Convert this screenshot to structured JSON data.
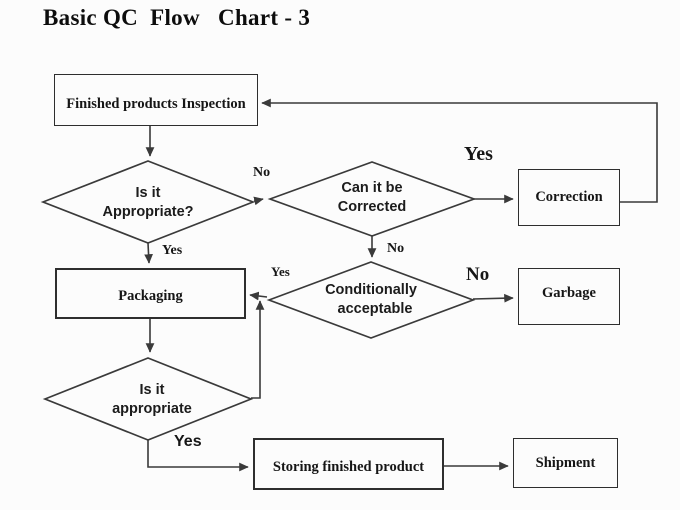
{
  "title": "Basic QC  Flow   Chart - 3",
  "nodes": {
    "inspection": "Finished products Inspection",
    "correction": "Correction",
    "packaging": "Packaging",
    "garbage": "Garbage",
    "storing": "Storing finished product",
    "shipment": "Shipment"
  },
  "decisions": {
    "appropriate1": {
      "line1": "Is it",
      "line2": "Appropriate?"
    },
    "can_be_corrected": {
      "line1": "Can it be",
      "line2": "Corrected"
    },
    "conditionally": {
      "line1": "Conditionally",
      "line2": "acceptable"
    },
    "appropriate2": {
      "line1": "Is it",
      "line2": "appropriate"
    }
  },
  "edge_labels": {
    "appropriate1_no": "No",
    "can_correct_yes": "Yes",
    "can_correct_no": "No",
    "appropriate1_yes": "Yes",
    "conditionally_yes": "Yes",
    "conditionally_no": "No",
    "appropriate2_yes": "Yes"
  },
  "colors": {
    "line": "#3a3a3a",
    "text": "#161616",
    "background": "#fcfcfc"
  }
}
